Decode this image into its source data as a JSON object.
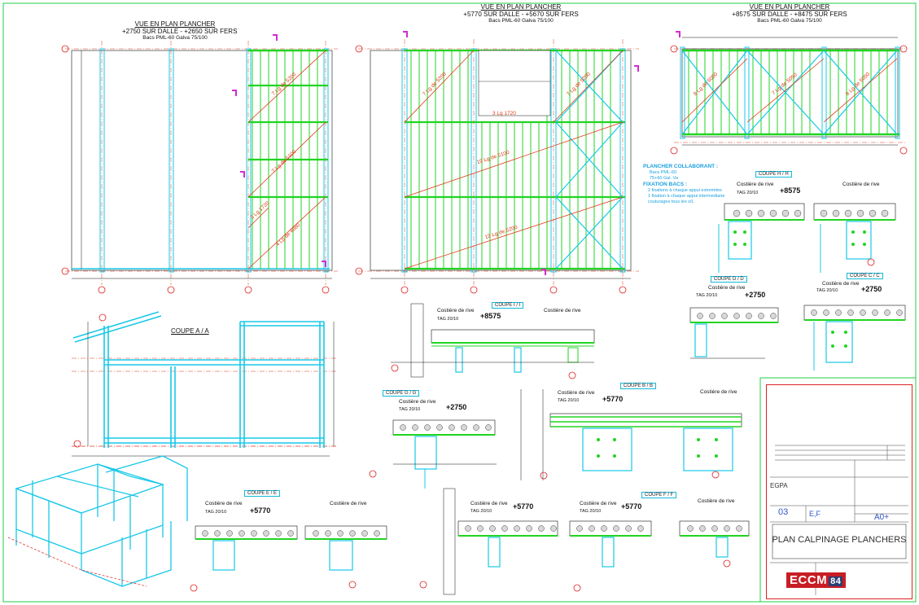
{
  "plans": {
    "plan1": {
      "title": "VUE EN PLAN PLANCHER",
      "levels": "+2750 SUR DALLE - +2650 SUR FERS",
      "bacs": "Bacs PML-60   Galva 75/100"
    },
    "plan2": {
      "title": "VUE EN PLAN PLANCHER",
      "levels": "+5770 SUR DALLE - +5670 SUR FERS",
      "bacs": "Bacs PML-60   Galva 75/100"
    },
    "plan3": {
      "title": "VUE EN PLAN PLANCHER",
      "levels": "+8575 SUR DALLE - +8475 SUR FERS",
      "bacs": "Bacs PML-60   Galva 75/100"
    }
  },
  "coupe_aa": {
    "title": "COUPE A / A"
  },
  "note": {
    "title1": "PLANCHER COLLABORANT :",
    "line1": "Bacs PML-60",
    "line2": "75+60 Gal. Va",
    "title2": "FIXATION BACS :",
    "line3": "2 fixations à chaque appui extremites",
    "line4": "1 fixation à chaque appui intermediaire",
    "line5": "couturages tous les x/L"
  },
  "details": [
    {
      "id": "hh",
      "section": "COUPE H / H",
      "rive": "Costière de rive",
      "tag": "TAG 20/10",
      "level": "+8575"
    },
    {
      "id": "dd",
      "section": "COUPE D / D",
      "rive": "Costière de rive",
      "tag": "TAG 20/10",
      "level": "+2750"
    },
    {
      "id": "cc",
      "section": "COUPE C / C",
      "rive": "Costière de rive",
      "tag": "TAG 20/10",
      "level": "+2750"
    },
    {
      "id": "ii",
      "section": "COUPE I / I",
      "rive": "Costière de rive",
      "tag": "TAG 20/10",
      "level": "+8575"
    },
    {
      "id": "gg",
      "section": "COUPE G / G",
      "rive": "Costière de rive",
      "tag": "TAG 20/10",
      "level": "+2750"
    },
    {
      "id": "bb",
      "section": "COUPE B / B",
      "rive": "Costière de rive",
      "tag": "TAG 20/10",
      "level": "+5770"
    },
    {
      "id": "ee",
      "section": "COUPE E / E",
      "rive": "Costière de rive",
      "tag": "TAG 20/10",
      "level": "+5770"
    },
    {
      "id": "ff",
      "section": "COUPE F / F",
      "rive": "Costière de rive",
      "tag": "TAG 20/10",
      "level": "+5770"
    }
  ],
  "plan_annotations": {
    "p1": [
      "7 Lg de 5200",
      "7 Lg de 5100",
      "3 Lg 1720",
      "4 Lg de 4080"
    ],
    "p2": [
      "7 Lg de 5200",
      "3 Lg 1720",
      "19 Lg de 5100",
      "19 Lg de 5200",
      "7 Lg de 5200"
    ],
    "p3": [
      "8 Lg de 5050",
      "7 Lg de 5050",
      "8 Lg de 5050"
    ]
  },
  "title_block": {
    "client": "EGPA",
    "sheet_no": "03",
    "phase": "E,F",
    "format": "A0+",
    "drawing_title": "PLAN CALPINAGE PLANCHERS",
    "company": "ECCM",
    "company_suffix": "84"
  },
  "colors": {
    "steel": "#18c8e8",
    "deck": "#22d422",
    "annotation": "#e03a1a",
    "dimension": "#111111",
    "border": "#d22222",
    "title_blue": "#2f55c8"
  }
}
